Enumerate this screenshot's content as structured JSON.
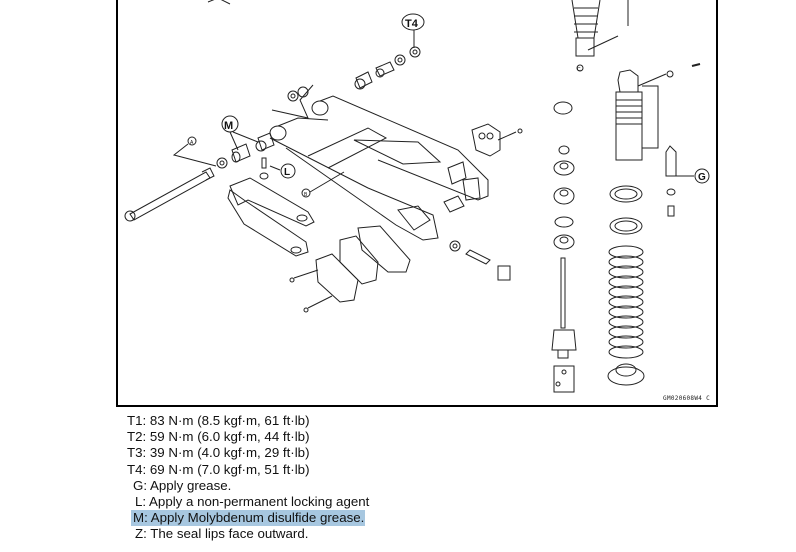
{
  "diagram": {
    "title": "Rear swingarm and shock absorber exploded view",
    "figure_code": "GM020608W4 C",
    "callouts": {
      "t4": "T4",
      "m": "M",
      "l": "L",
      "g": "G",
      "a": "A",
      "b": "B",
      "c": "C"
    }
  },
  "legend": {
    "items": [
      {
        "key": "T1",
        "text": "T1: 83 N·m (8.5 kgf·m, 61 ft·lb)"
      },
      {
        "key": "T2",
        "text": "T2: 59 N·m (6.0 kgf·m, 44 ft·lb)"
      },
      {
        "key": "T3",
        "text": "T3: 39 N·m (4.0 kgf·m, 29 ft·lb)"
      },
      {
        "key": "T4",
        "text": "T4: 69 N·m (7.0 kgf·m, 51 ft·lb)"
      },
      {
        "key": "G",
        "text": "G: Apply grease."
      },
      {
        "key": "L",
        "text": "L: Apply a non-permanent locking agent"
      },
      {
        "key": "M",
        "text": "M: Apply Molybdenum disulfide grease.",
        "highlighted": true
      },
      {
        "key": "Z",
        "text": "Z: The seal lips face outward."
      }
    ]
  },
  "colors": {
    "highlight": "#a7c7e0",
    "line": "#222222"
  }
}
